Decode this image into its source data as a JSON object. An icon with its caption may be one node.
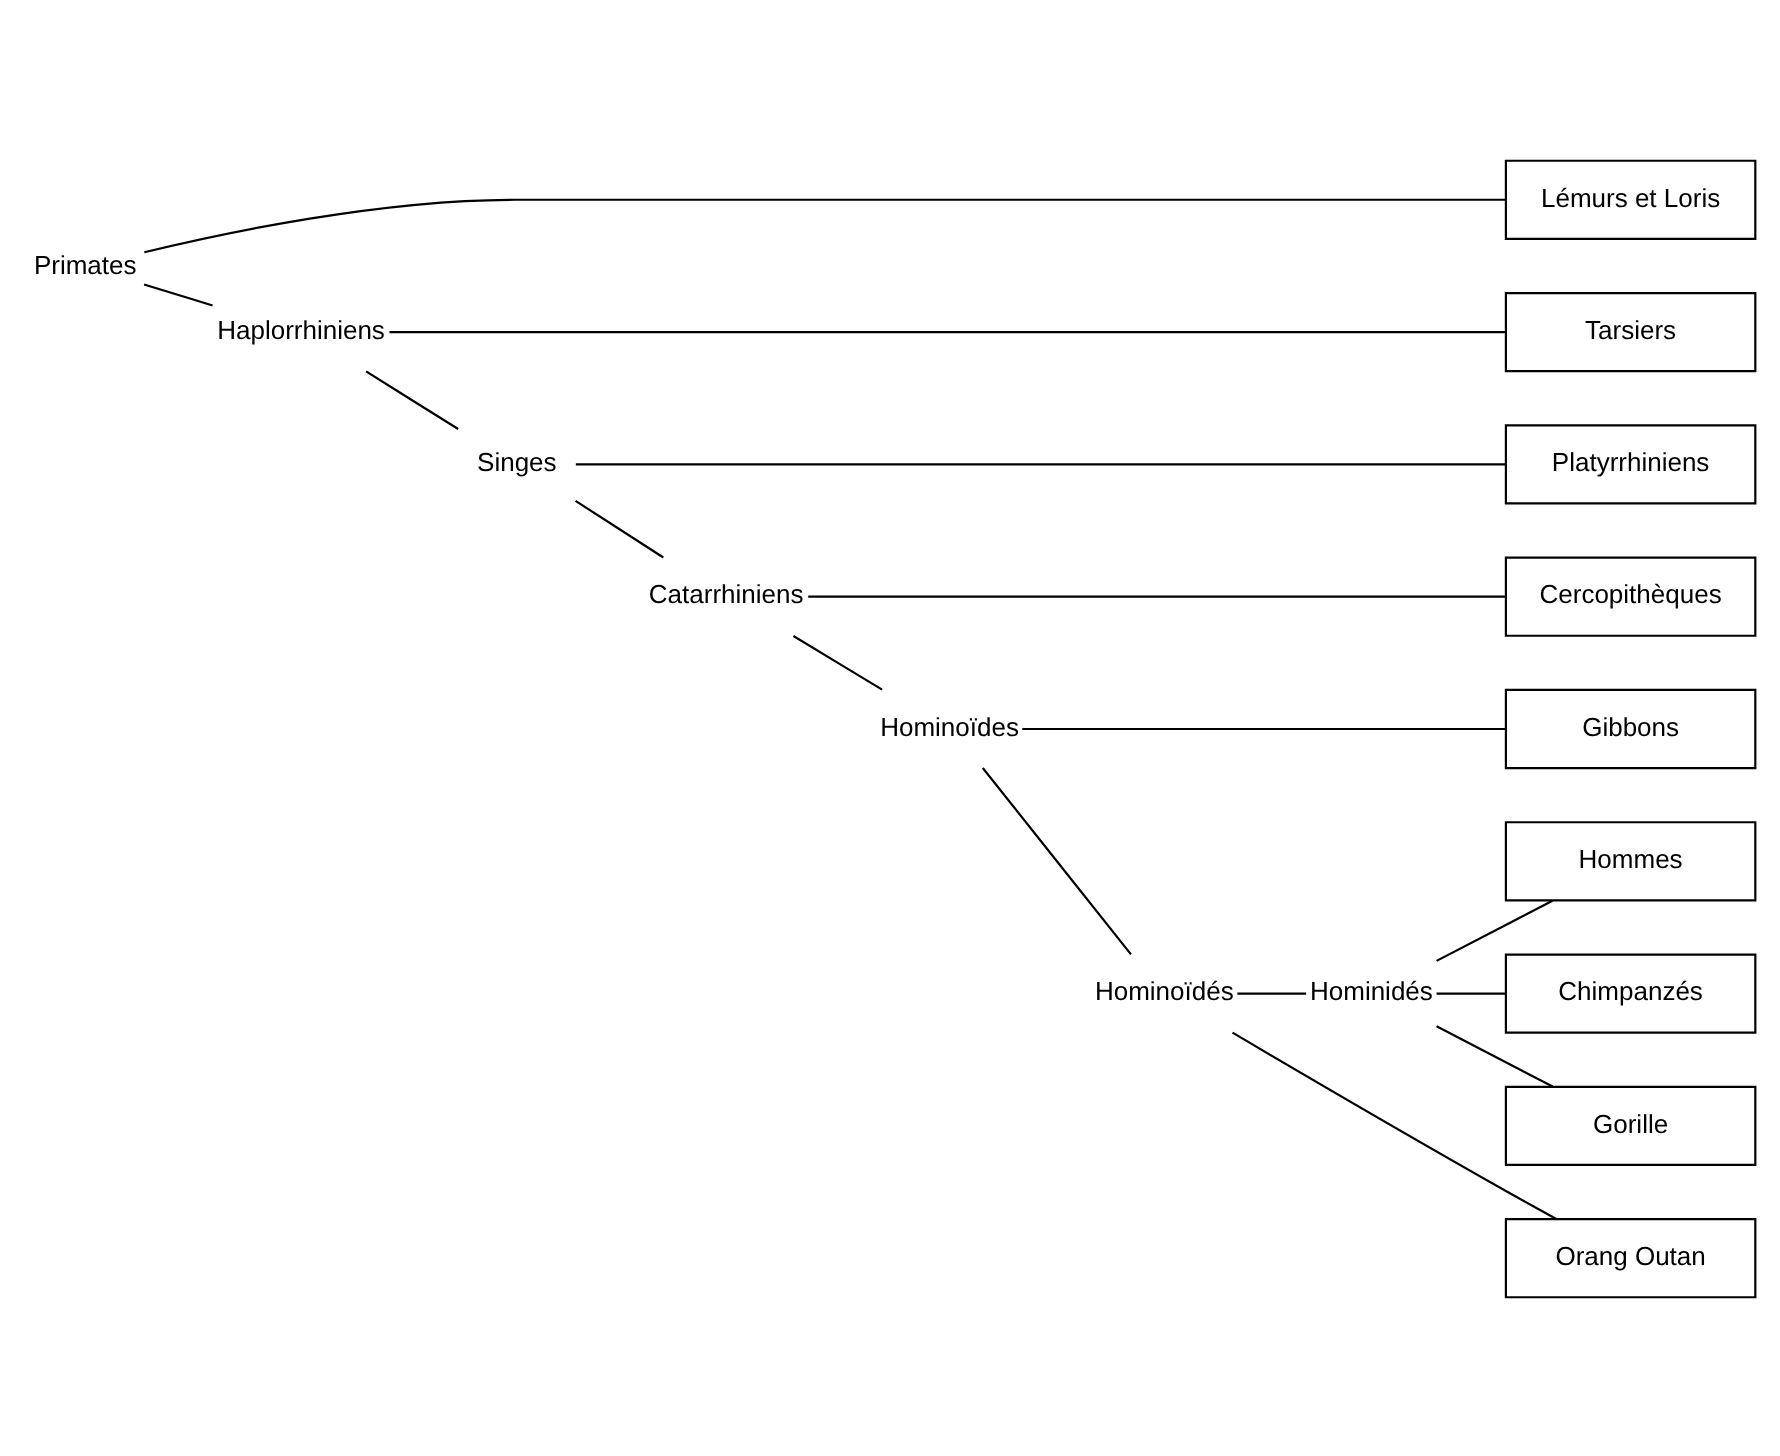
{
  "diagram": {
    "nodes": [
      {
        "text": [
          "Primates"
        ]
      },
      {
        "text": [
          "Lémurs et Loris"
        ]
      },
      {
        "text": [
          "Haplorrhiniens"
        ]
      },
      {
        "text": [
          "Tarsiers"
        ]
      },
      {
        "text": [
          "Singes"
        ]
      },
      {
        "text": [
          "Platyrrhiniens"
        ]
      },
      {
        "text": [
          "Catarrhiniens"
        ]
      },
      {
        "text": [
          "Cercopithèques"
        ]
      },
      {
        "text": [
          "Hominoïdes"
        ]
      },
      {
        "text": [
          "Gibbons"
        ]
      },
      {
        "text": [
          "Hominoïdés"
        ]
      },
      {
        "text": [
          "Hominidés"
        ]
      },
      {
        "text": [
          "Hommes"
        ]
      },
      {
        "text": [
          "Chimpanzés"
        ]
      },
      {
        "text": [
          "Gorille"
        ]
      },
      {
        "text": [
          "Orang Outan"
        ]
      }
    ],
    "edges": [
      {
        "from": 0,
        "to": 1,
        "arrow": "none"
      },
      {
        "from": 0,
        "to": 2,
        "arrow": "none"
      },
      {
        "from": 2,
        "to": 3,
        "arrow": "none"
      },
      {
        "from": 2,
        "to": 4,
        "arrow": "none"
      },
      {
        "from": 4,
        "to": 5,
        "arrow": "none"
      },
      {
        "from": 4,
        "to": 6,
        "arrow": "none"
      },
      {
        "from": 6,
        "to": 7,
        "arrow": "none"
      },
      {
        "from": 6,
        "to": 8,
        "arrow": "none"
      },
      {
        "from": 8,
        "to": 9,
        "arrow": "none"
      },
      {
        "from": 8,
        "to": 10,
        "arrow": "none"
      },
      {
        "from": 10,
        "to": 11,
        "arrow": "none"
      },
      {
        "from": 10,
        "to": 15,
        "arrow": "none"
      },
      {
        "from": 11,
        "to": 12,
        "arrow": "none"
      },
      {
        "from": 11,
        "to": 13,
        "arrow": "none"
      },
      {
        "from": 11,
        "to": 14,
        "arrow": "none"
      }
    ]
  }
}
